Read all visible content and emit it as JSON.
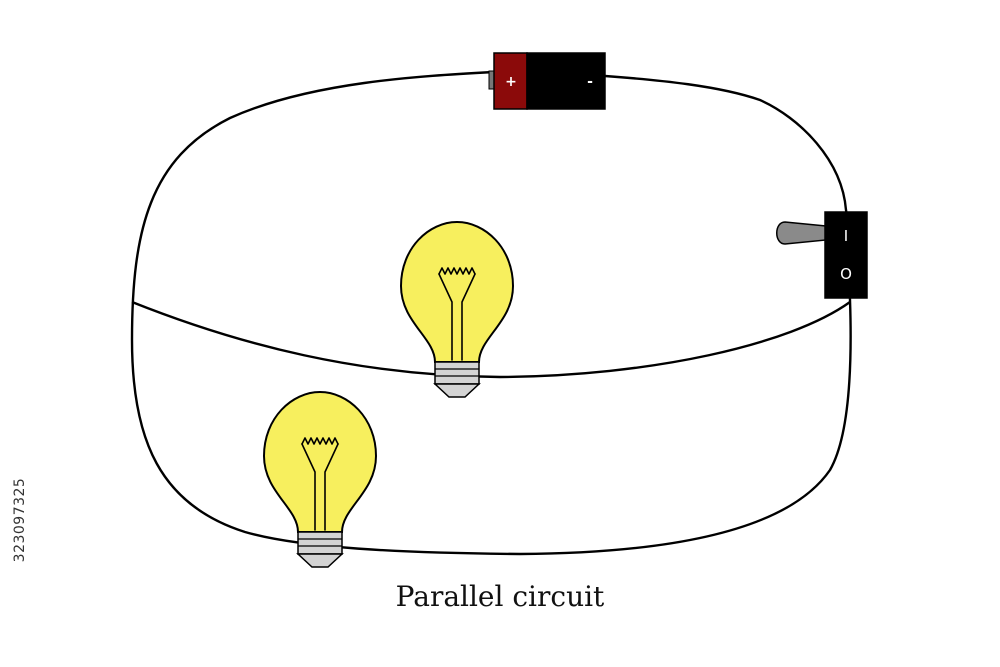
{
  "caption": "Parallel circuit",
  "stock_id": "323097325",
  "battery": {
    "positive_symbol": "+",
    "negative_symbol": "-"
  },
  "switch": {
    "on_symbol": "I",
    "off_symbol": "O"
  },
  "colors": {
    "wire": "#000000",
    "bulb_glass": "#f7ef5e",
    "bulb_base": "#d4d4d4",
    "battery_positive": "#8b0a0a",
    "battery_negative": "#000000",
    "switch_body": "#000000",
    "switch_lever": "#8a8a8a"
  },
  "components": [
    "battery",
    "switch",
    "bulb",
    "bulb"
  ]
}
